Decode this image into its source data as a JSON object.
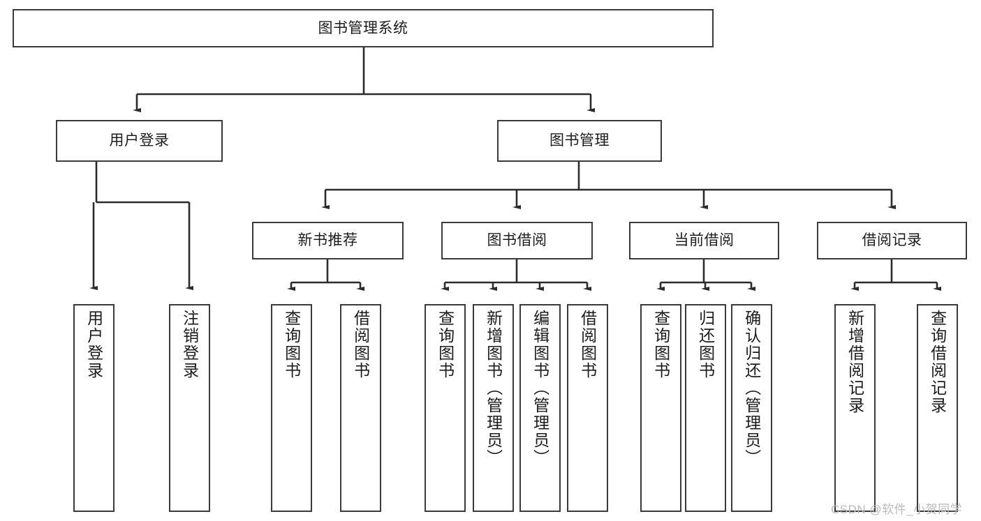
{
  "diagram": {
    "title": "图书管理系统",
    "type": "tree-hierarchy-chart",
    "watermark": "CSDN @软件_小贺同学",
    "colors": {
      "box_border": "#3a3a3a",
      "box_fill": "#ffffff",
      "line": "#2b2b2b",
      "text": "#1c1c1c",
      "watermark": "#b9b9b9",
      "background": "#ffffff"
    },
    "nodes": {
      "root": {
        "label": "图书管理系统"
      },
      "level1": [
        {
          "label": "用户登录"
        },
        {
          "label": "图书管理"
        }
      ],
      "level2": [
        {
          "label": "新书推荐"
        },
        {
          "label": "图书借阅"
        },
        {
          "label": "当前借阅"
        },
        {
          "label": "借阅记录"
        }
      ],
      "leaves": {
        "user_login": [
          {
            "label": "用户登录"
          },
          {
            "label": "注销登录"
          }
        ],
        "new_book_recommend": [
          {
            "label": "查询图书"
          },
          {
            "label": "借阅图书"
          }
        ],
        "book_borrow": [
          {
            "label": "查询图书"
          },
          {
            "label": "新增图书（管理员）"
          },
          {
            "label": "编辑图书（管理员）"
          },
          {
            "label": "借阅图书"
          }
        ],
        "current_borrow": [
          {
            "label": "查询图书"
          },
          {
            "label": "归还图书"
          },
          {
            "label": "确认归还（管理员）"
          }
        ],
        "borrow_records": [
          {
            "label": "新增借阅记录"
          },
          {
            "label": "查询借阅记录"
          }
        ]
      }
    }
  }
}
